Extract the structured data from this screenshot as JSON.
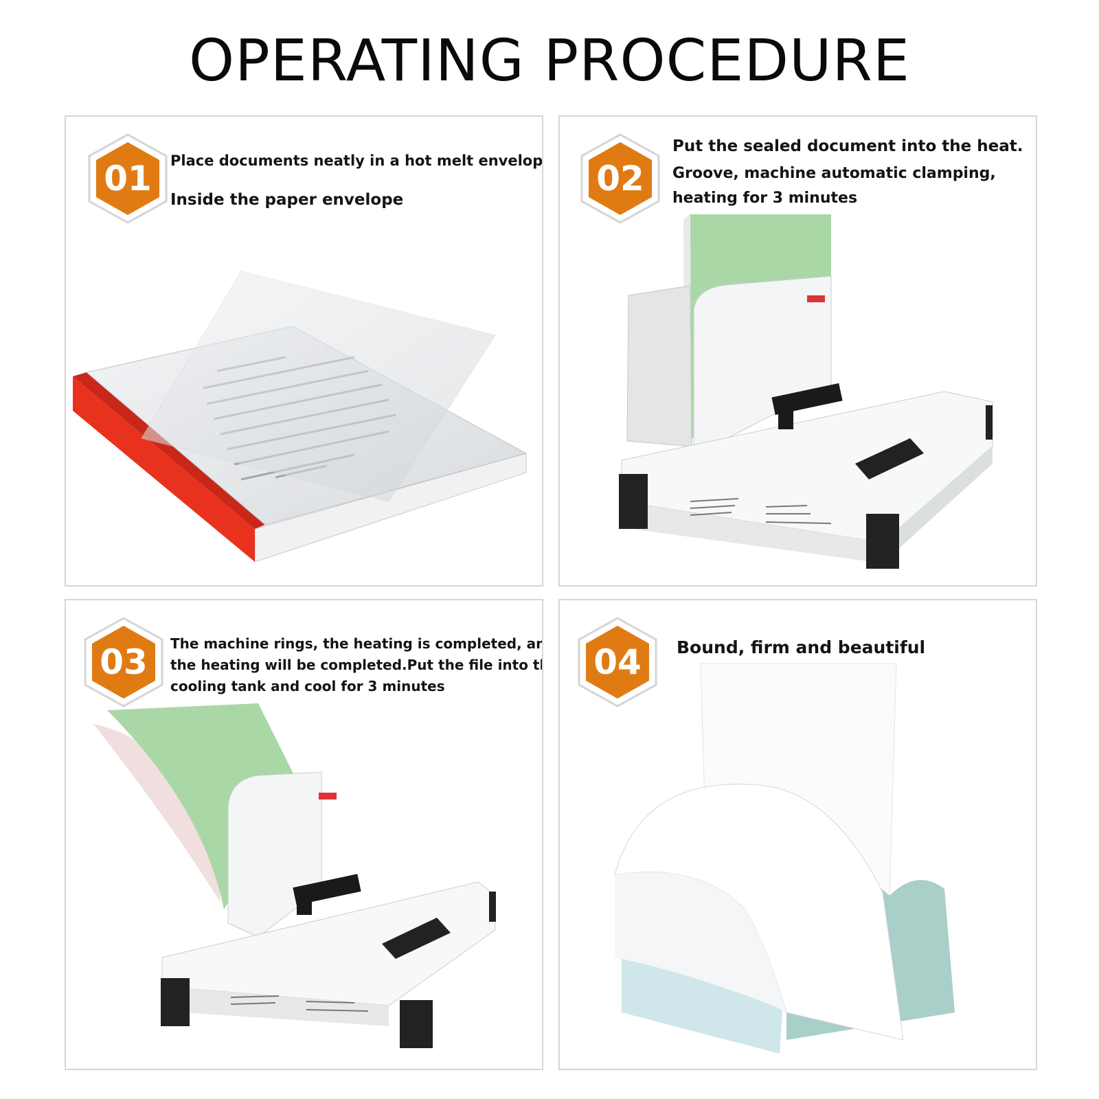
{
  "title": "OPERATING PROCEDURE",
  "colors": {
    "badge_orange": "#e07b14",
    "badge_outline": "#d4d4d4",
    "spine_red": "#e8321e"
  },
  "steps": [
    {
      "number": "01",
      "lines": [
        "Place documents neatly in a hot melt envelope or",
        "Inside the paper envelope"
      ],
      "icon": "document-envelope-illustration"
    },
    {
      "number": "02",
      "lines": [
        "Put the sealed document into the heat.",
        "Groove, machine automatic clamping,",
        "heating for 3 minutes"
      ],
      "icon": "binding-machine-illustration"
    },
    {
      "number": "03",
      "lines": [
        "The machine rings, the heating is completed, and",
        "the heating will be completed.Put the file into the",
        "cooling tank and cool for 3 minutes"
      ],
      "icon": "cooling-machine-illustration"
    },
    {
      "number": "04",
      "lines": [
        "Bound, firm and beautiful"
      ],
      "icon": "bound-book-illustration"
    }
  ]
}
